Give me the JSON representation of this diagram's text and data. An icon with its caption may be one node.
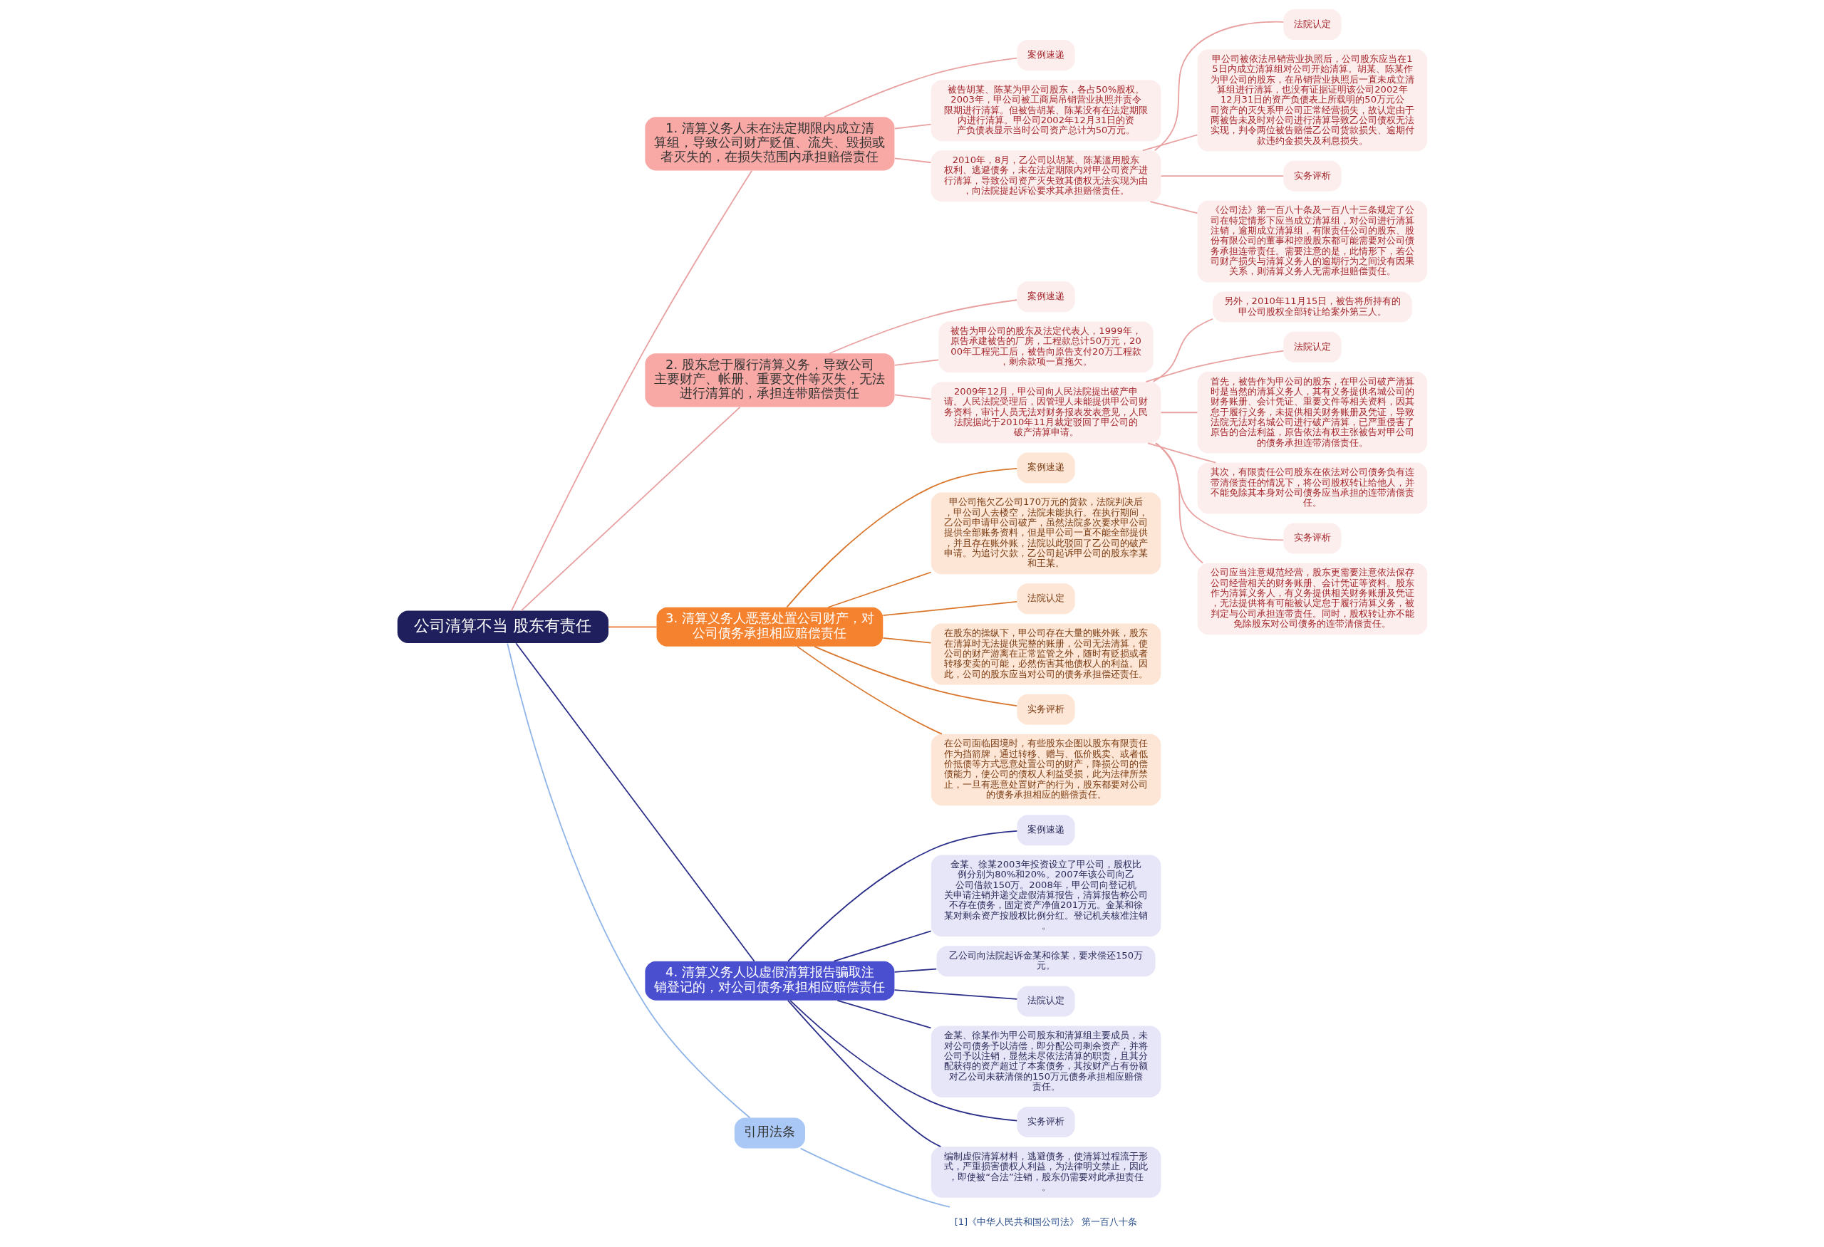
{
  "diagram": {
    "nodes": [
      {
        "text": [
          "公司清算不当 股东有责任"
        ]
      },
      {
        "text": [
          "1. 清算义务人未在法定期限内成立清算组，导致公司财产贬值、流失、毁损或者灭失的，在损失范围内承担赔偿责任"
        ]
      },
      {
        "text": [
          "案例速递"
        ]
      },
      {
        "text": [
          "被告胡某、陈某为甲公司股东，各占50%股权。2003年，甲公司被工商局吊销营业执照并责令限期进行清算。但被告胡某、陈某没有在法定期限内进行清算。甲公司2002年12月31日的资产负债表显示当时公司资产总计为50万元。"
        ]
      },
      {
        "text": [
          "2010年，8月，乙公司以胡某、陈某滥用股东权利、逃避债务，未在法定期限内对甲公司资产进行清算，导致公司资产灭失致其债权无法实现为由，向法院提起诉讼要求其承担赔偿责任。"
        ]
      },
      {
        "text": [
          "法院认定"
        ]
      },
      {
        "text": [
          "甲公司被依法吊销营业执照后，公司股东应当在15日内成立清算组对公司开始清算。胡某、陈某作为甲公司的股东，在吊销营业执照后一直未成立清算组进行清算，也没有证据证明该公司2002年12月31日的资产负债表上所载明的50万元公司资产的灭失系甲公司正常经营损失，故认定由于两被告未及时对公司进行清算导致乙公司债权无法实现，判令两位被告赔偿乙公司货款损失、逾期付款违约金损失及利息损失。"
        ]
      },
      {
        "text": [
          "实务评析"
        ]
      },
      {
        "text": [
          "《公司法》第一百八十条及一百八十三条规定了公司在特定情形下应当成立清算组，对公司进行清算注销，逾期成立清算组，有限责任公司的股东、股份有限公司的董事和控股股东都可能需要对公司债务承担连带责任。需要注意的是，此情形下，若公司财产损失与清算义务人的逾期行为之间没有因果关系，则清算义务人无需承担赔偿责任。"
        ]
      },
      {
        "text": [
          "2. 股东怠于履行清算义务，导致公司主要财产、帐册、重要文件等灭失，无法进行清算的，承担连带赔偿责任"
        ]
      },
      {
        "text": [
          "案例速递"
        ]
      },
      {
        "text": [
          "被告为甲公司的股东及法定代表人，1999年，原告承建被告的厂房，工程款总计50万元，2000年工程完工后，被告向原告支付20万工程款，剩余款项一直拖欠。"
        ]
      },
      {
        "text": [
          "2009年12月，甲公司向人民法院提出破产申请。人民法院受理后，因管理人未能提供甲公司财务资料，审计人员无法对财务报表发表意见，人民法院据此于2010年11月裁定驳回了甲公司的破产清算申请。"
        ]
      },
      {
        "text": [
          "另外，2010年11月15日，被告将所持有的甲公司股权全部转让给案外第三人。"
        ]
      },
      {
        "text": [
          "法院认定"
        ]
      },
      {
        "text": [
          "首先，被告作为甲公司的股东，在甲公司破产清算时是当然的清算义务人，其有义务提供名城公司的财务账册、会计凭证、重要文件等相关资料，因其怠于履行义务，未提供相关财务账册及凭证，导致法院无法对名城公司进行破产清算，已严重侵害了原告的合法利益，原告依法有权主张被告对甲公司的债务承担连带清偿责任。"
        ]
      },
      {
        "text": [
          "其次，有限责任公司股东在依法对公司债务负有连带清偿责任的情况下，将公司股权转让给他人，并不能免除其本身对公司债务应当承担的连带清偿责任。"
        ]
      },
      {
        "text": [
          "实务评析"
        ]
      },
      {
        "text": [
          "公司应当注意规范经营，股东更需要注意依法保存公司经营相关的财务账册、会计凭证等资料。股东作为清算义务人，有义务提供相关财务账册及凭证，无法提供将有可能被认定怠于履行清算义务，被判定与公司承担连带责任。同时，股权转让亦不能免除股东对公司债务的连带清偿责任。"
        ]
      },
      {
        "text": [
          "3. 清算义务人恶意处置公司财产，对公司债务承担相应赔偿责任"
        ]
      },
      {
        "text": [
          "案例速递"
        ]
      },
      {
        "text": [
          "甲公司拖欠乙公司170万元的货款，法院判决后，甲公司人去楼空，法院未能执行。在执行期间，乙公司申请甲公司破产，虽然法院多次要求甲公司提供全部账务资料，但是甲公司一直不能全部提供，并且存在账外账，法院以此驳回了乙公司的破产申请。为追讨欠款，乙公司起诉甲公司的股东李某和王某。"
        ]
      },
      {
        "text": [
          "法院认定"
        ]
      },
      {
        "text": [
          "在股东的操纵下，甲公司存在大量的账外账，股东在清算时无法提供完整的账册，公司无法清算，使公司的财产游离在正常监管之外，随时有贬损或者转移变卖的可能，必然伤害其他债权人的利益。因此，公司的股东应当对公司的债务承担偿还责任。"
        ]
      },
      {
        "text": [
          "实务评析"
        ]
      },
      {
        "text": [
          "在公司面临困境时，有些股东企图以股东有限责任作为挡箭牌，通过转移、赠与、低价贱卖、或者低价抵债等方式恶意处置公司的财产，降损公司的偿债能力，使公司的债权人利益受损，此为法律所禁止，一旦有恶意处置财产的行为，股东都要对公司的债务承担相应的赔偿责任。"
        ]
      },
      {
        "text": [
          "4. 清算义务人以虚假清算报告骗取注销登记的，对公司债务承担相应赔偿责任"
        ]
      },
      {
        "text": [
          "案例速递"
        ]
      },
      {
        "text": [
          "金某、徐某2003年投资设立了甲公司，股权比例分别为80%和20%。2007年该公司向乙公司借款150万。2008年，甲公司向登记机关申请注销并递交虚假清算报告，清算报告称公司不存在债务，固定资产净值201万元。金某和徐某对剩余资产按股权比例分红。登记机关核准注销。"
        ]
      },
      {
        "text": [
          "乙公司向法院起诉金某和徐某，要求偿还150万元。"
        ]
      },
      {
        "text": [
          "法院认定"
        ]
      },
      {
        "text": [
          "金某、徐某作为甲公司股东和清算组主要成员，未对公司债务予以清偿，即分配公司剩余资产，并将公司予以注销，显然未尽依法清算的职责，且其分配获得的资产超过了本案债务，其按财产占有份额对乙公司未获清偿的150万元债务承担相应赔偿责任。"
        ]
      },
      {
        "text": [
          "实务评析"
        ]
      },
      {
        "text": [
          "编制虚假清算材料，逃避债务，使清算过程流于形式，严重损害债权人利益，为法律明文禁止，因此，即使被“合法”注销，股东仍需要对此承担责任。"
        ]
      },
      {
        "text": [
          "引用法条"
        ]
      },
      {
        "text": [
          "[1]《中华人民共和国公司法》 第一百八十条"
        ]
      }
    ],
    "edges": [
      {
        "from": 0,
        "to": 1,
        "arrow": "none"
      },
      {
        "from": 1,
        "to": 2,
        "arrow": "none"
      },
      {
        "from": 1,
        "to": 3,
        "arrow": "none"
      },
      {
        "from": 1,
        "to": 4,
        "arrow": "none"
      },
      {
        "from": 4,
        "to": 5,
        "arrow": "none"
      },
      {
        "from": 4,
        "to": 6,
        "arrow": "none"
      },
      {
        "from": 4,
        "to": 7,
        "arrow": "none"
      },
      {
        "from": 4,
        "to": 8,
        "arrow": "none"
      },
      {
        "from": 0,
        "to": 9,
        "arrow": "none"
      },
      {
        "from": 9,
        "to": 10,
        "arrow": "none"
      },
      {
        "from": 9,
        "to": 11,
        "arrow": "none"
      },
      {
        "from": 9,
        "to": 12,
        "arrow": "none"
      },
      {
        "from": 12,
        "to": 13,
        "arrow": "none"
      },
      {
        "from": 12,
        "to": 14,
        "arrow": "none"
      },
      {
        "from": 12,
        "to": 15,
        "arrow": "none"
      },
      {
        "from": 12,
        "to": 16,
        "arrow": "none"
      },
      {
        "from": 12,
        "to": 17,
        "arrow": "none"
      },
      {
        "from": 12,
        "to": 18,
        "arrow": "none"
      },
      {
        "from": 0,
        "to": 19,
        "arrow": "none",
        "color": "#e8772e"
      },
      {
        "from": 19,
        "to": 20,
        "arrow": "none",
        "color": "#d9772f"
      },
      {
        "from": 19,
        "to": 21,
        "arrow": "none",
        "color": "#d9772f"
      },
      {
        "from": 19,
        "to": 22,
        "arrow": "none",
        "color": "#d9772f"
      },
      {
        "from": 19,
        "to": 23,
        "arrow": "none",
        "color": "#d9772f"
      },
      {
        "from": 19,
        "to": 24,
        "arrow": "none",
        "color": "#d9772f"
      },
      {
        "from": 19,
        "to": 25,
        "arrow": "none",
        "color": "#d9772f"
      },
      {
        "from": 0,
        "to": 26,
        "arrow": "none",
        "color": "#2b2f8a"
      },
      {
        "from": 26,
        "to": 27,
        "arrow": "none",
        "color": "#2b2f8a"
      },
      {
        "from": 26,
        "to": 28,
        "arrow": "none",
        "color": "#2b2f8a"
      },
      {
        "from": 26,
        "to": 29,
        "arrow": "none",
        "color": "#2b2f8a"
      },
      {
        "from": 26,
        "to": 30,
        "arrow": "none",
        "color": "#2b2f8a"
      },
      {
        "from": 26,
        "to": 31,
        "arrow": "none",
        "color": "#2b2f8a"
      },
      {
        "from": 26,
        "to": 32,
        "arrow": "none",
        "color": "#2b2f8a"
      },
      {
        "from": 26,
        "to": 33,
        "arrow": "none",
        "color": "#2b2f8a"
      },
      {
        "from": 0,
        "to": 34,
        "arrow": "none",
        "color": "#8fb5e8"
      },
      {
        "from": 34,
        "to": 35,
        "arrow": "none",
        "color": "#8fb5e8"
      }
    ]
  }
}
